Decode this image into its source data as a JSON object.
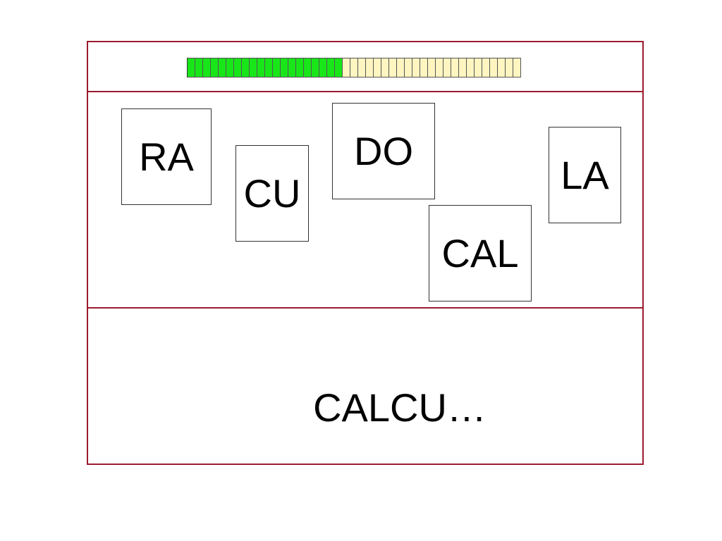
{
  "colors": {
    "frame": "#9b1b30",
    "progress_filled": "#19e619",
    "progress_empty": "#fff5c0",
    "tile_border": "#333333"
  },
  "progress": {
    "total_segments": 43,
    "filled_segments": 20
  },
  "tiles": [
    {
      "id": "ra",
      "label": "RA"
    },
    {
      "id": "cu",
      "label": "CU"
    },
    {
      "id": "do",
      "label": "DO"
    },
    {
      "id": "cal",
      "label": "CAL"
    },
    {
      "id": "la",
      "label": "LA"
    }
  ],
  "answer": {
    "text": "CALCU…"
  }
}
